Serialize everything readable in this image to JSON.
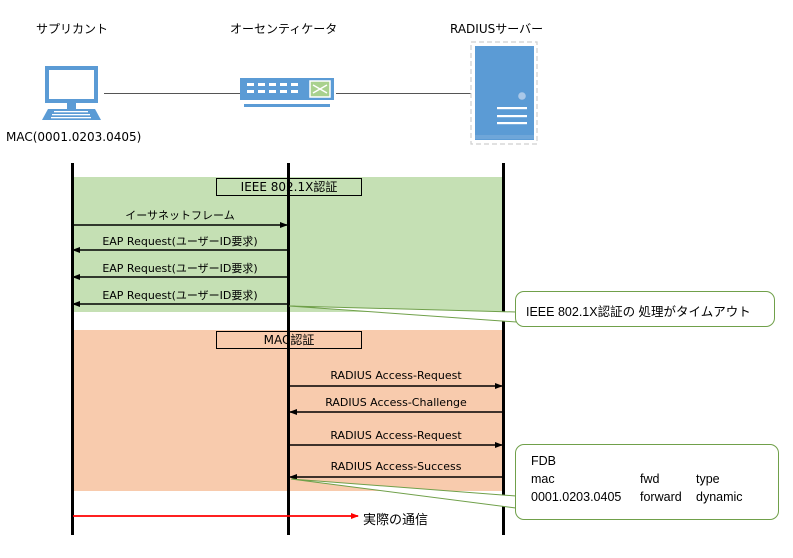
{
  "actors": {
    "supplicant": {
      "title": "サプリカント",
      "mac_label": "MAC(0001.0203.0405)",
      "icon": "computer-icon"
    },
    "authenticator": {
      "title": "オーセンティケータ",
      "icon": "switch-icon"
    },
    "radius": {
      "title": "RADIUSサーバー",
      "icon": "server-icon"
    }
  },
  "phases": {
    "dot1x": {
      "label": "IEEE 802.1X認証",
      "messages": [
        {
          "label": "イーサネットフレーム",
          "direction": "supplicant-to-authenticator"
        },
        {
          "label": "EAP Request(ユーザーID要求)",
          "direction": "authenticator-to-supplicant"
        },
        {
          "label": "EAP Request(ユーザーID要求)",
          "direction": "authenticator-to-supplicant"
        },
        {
          "label": "EAP Request(ユーザーID要求)",
          "direction": "authenticator-to-supplicant"
        }
      ],
      "callout": "IEEE 802.1X認証の 処理がタイムアウト"
    },
    "mac_auth": {
      "label": "MAC認証",
      "messages": [
        {
          "label": "RADIUS Access-Request",
          "direction": "authenticator-to-radius"
        },
        {
          "label": "RADIUS Access-Challenge",
          "direction": "radius-to-authenticator"
        },
        {
          "label": "RADIUS Access-Request",
          "direction": "authenticator-to-radius"
        },
        {
          "label": "RADIUS Access-Success",
          "direction": "radius-to-authenticator"
        }
      ],
      "callout": {
        "title": "FDB",
        "headers": [
          "mac",
          "fwd",
          "type"
        ],
        "row": [
          "0001.0203.0405",
          "forward",
          "dynamic"
        ]
      }
    }
  },
  "actual_traffic": {
    "label": "実際の通信",
    "color": "#ff0000"
  },
  "colors": {
    "dot1x_band": "#c5e0b4",
    "mac_band": "#f8cbad",
    "device_blue": "#5b9bd5",
    "callout_border": "#70a04a"
  }
}
